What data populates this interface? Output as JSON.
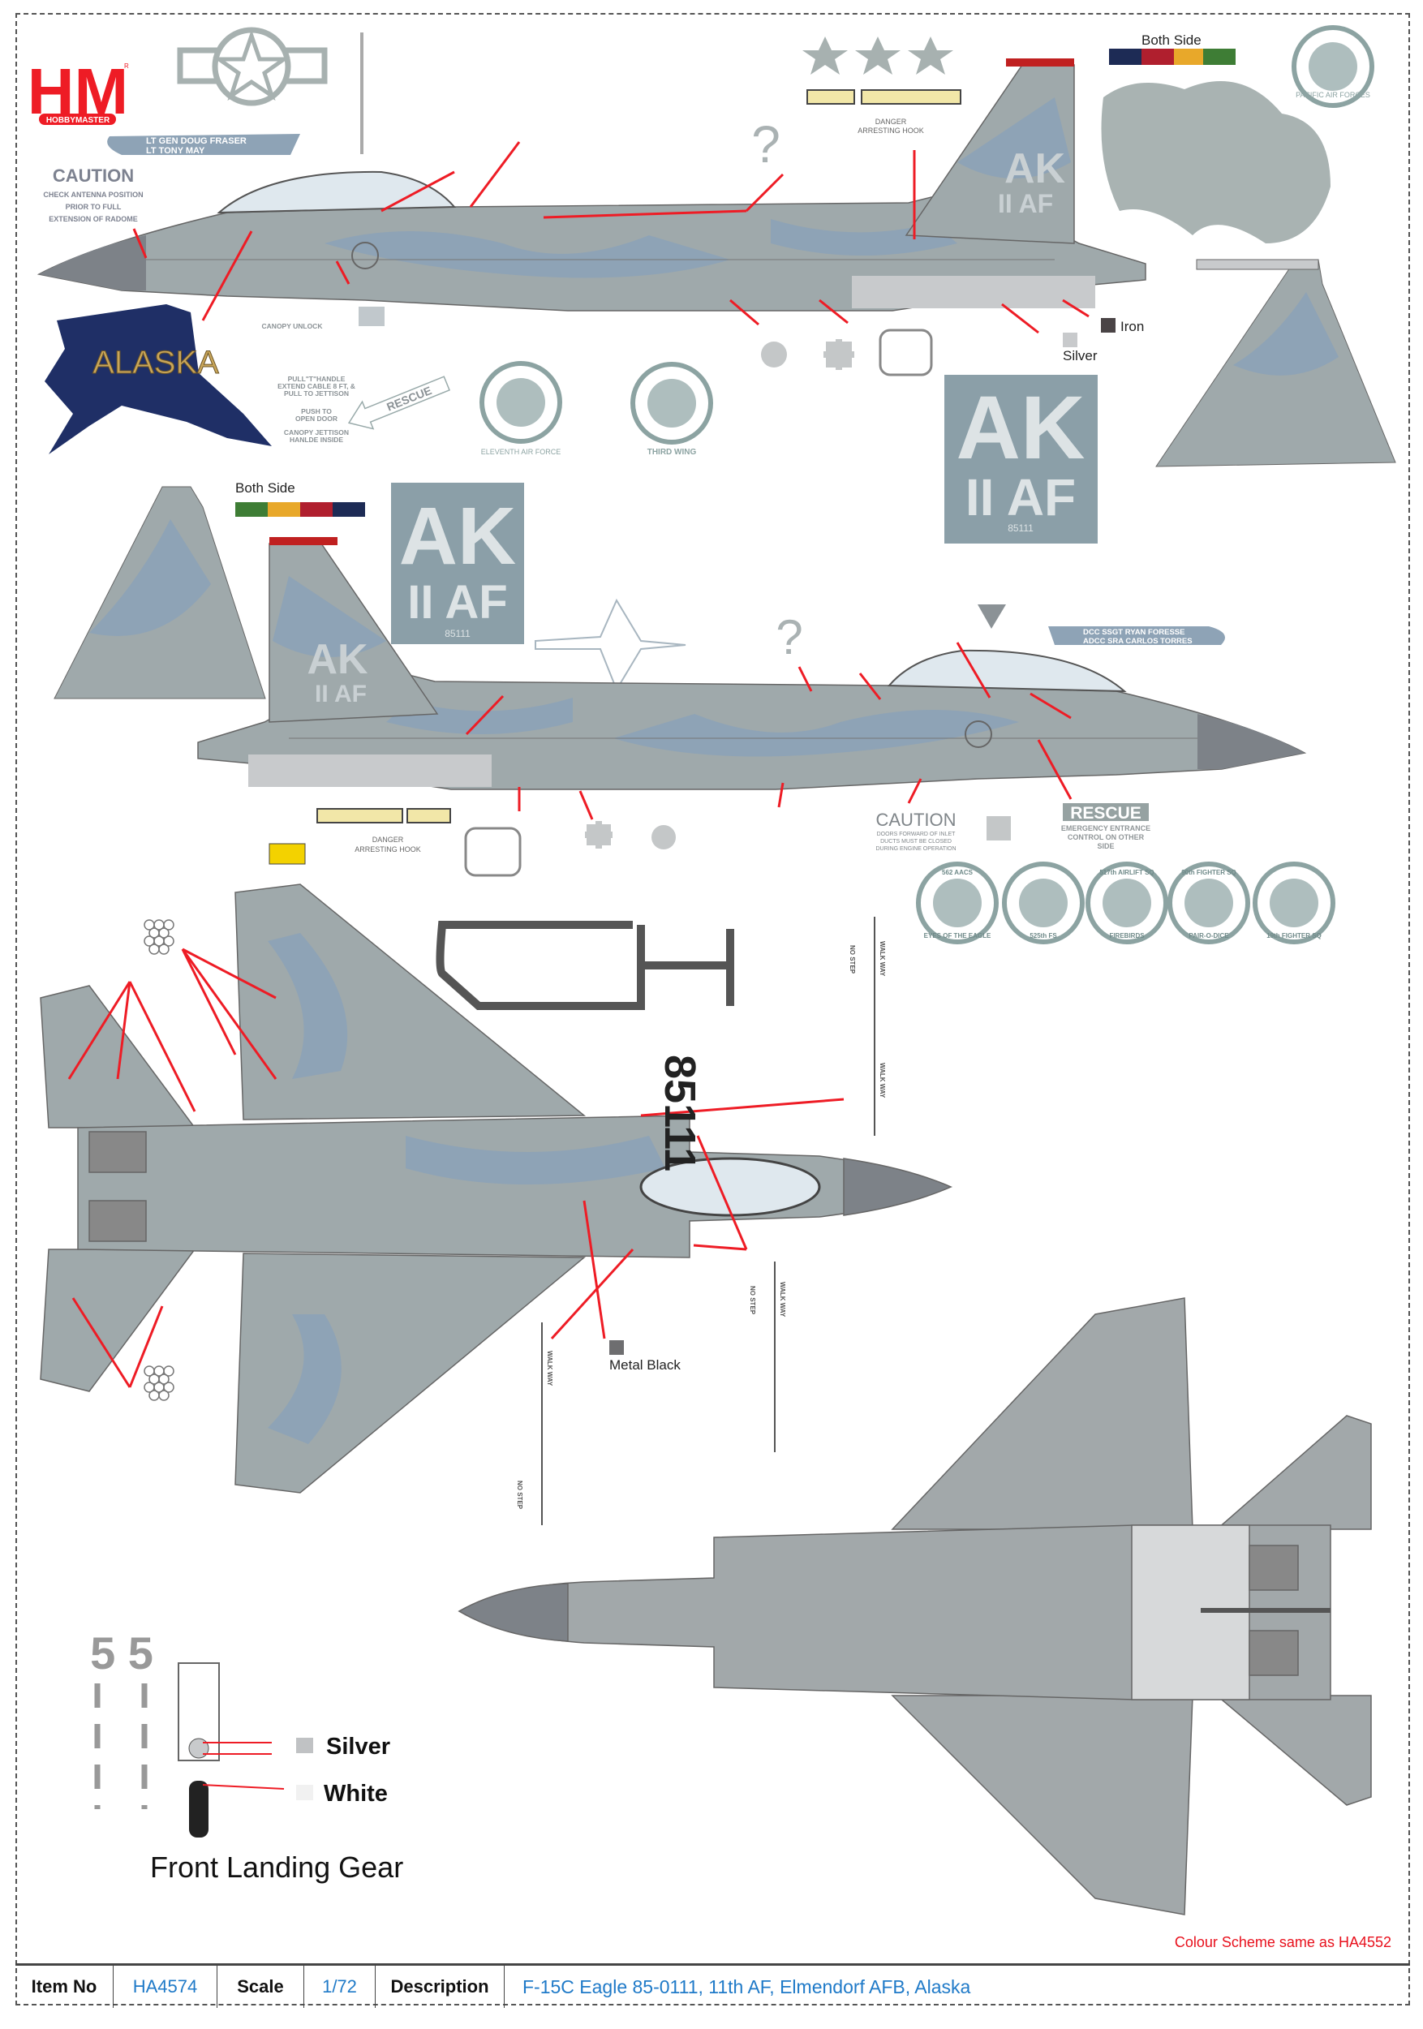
{
  "brand": {
    "logo": "HM",
    "wordmark": "HOBBYMASTER",
    "registered": "R"
  },
  "nameplate_1": {
    "line1": "LT GEN DOUG FRASER",
    "line2": "LT TONY MAY"
  },
  "nameplate_2": {
    "line1": "DCC SSGT RYAN FORESSE",
    "line2": "ADCC SRA CARLOS TORRES"
  },
  "caution_radome": {
    "title": "CAUTION",
    "line1": "CHECK ANTENNA POSITION",
    "line2": "PRIOR TO FULL",
    "line3": "EXTENSION OF RADOME"
  },
  "caution_inlet": {
    "title": "CAUTION",
    "line1": "DOORS FORWARD OF INLET",
    "line2": "DUCTS MUST BE CLOSED",
    "line3": "DURING ENGINE OPERATION"
  },
  "rescue_box": {
    "title": "RESCUE",
    "line1": "EMERGENCY ENTRANCE",
    "line2": "CONTROL ON OTHER",
    "line3": "SIDE"
  },
  "rescue_instructions": {
    "canopy_unlock": "CANOPY UNLOCK",
    "l1": "PULL\"T\"HANDLE",
    "l2": "EXTEND CABLE 8 FT, &",
    "l3": "PULL TO JETTISON",
    "l4": "PUSH TO",
    "l5": "OPEN DOOR",
    "l6": "CANOPY JETTISON",
    "l7": "HANLDE INSIDE",
    "arrow": "RESCUE"
  },
  "hook": {
    "line1": "DANGER",
    "line2": "ARRESTING HOOK"
  },
  "map_label": "ALASKA",
  "tail_code": {
    "code": "AK",
    "unit": "II AF",
    "serial": "85111"
  },
  "labels": {
    "both_side": "Both Side",
    "iron": "Iron",
    "silver": "Silver",
    "metal_black": "Metal Black",
    "walk_way": "WALK WAY",
    "no_step": "NO STEP"
  },
  "badges": [
    "ELEVENTH AIR FORCE",
    "THIRD WING",
    "PACIFIC AIR FORCES",
    "562 AACS",
    "525th FS",
    "517th AIRLIFT SQ",
    "90th FIGHTER SQ",
    "19th FIGHTER SQ"
  ],
  "badge_mottos": [
    "EYES OF THE EAGLE",
    "FIREBIRDS",
    "PAIR-O-DICE"
  ],
  "landing_gear": {
    "number": "5 5",
    "silver": "Silver",
    "white": "White",
    "title": "Front Landing Gear"
  },
  "note": "Colour Scheme same as HA4552",
  "footer": {
    "item_no_label": "Item No",
    "item_no": "HA4574",
    "scale_label": "Scale",
    "scale": "1/72",
    "description_label": "Description",
    "description": "F-15C Eagle  85-0111, 11th AF, Elmendorf AFB, Alaska"
  },
  "colors": {
    "grey": "#9fa9ab",
    "camo_blue": "#8ea3b6",
    "radome": "#7d8288",
    "red": "#ee1c25",
    "iron": "#4a4446",
    "silver": "#c8cacc",
    "metal_black": "#6e6e70"
  }
}
